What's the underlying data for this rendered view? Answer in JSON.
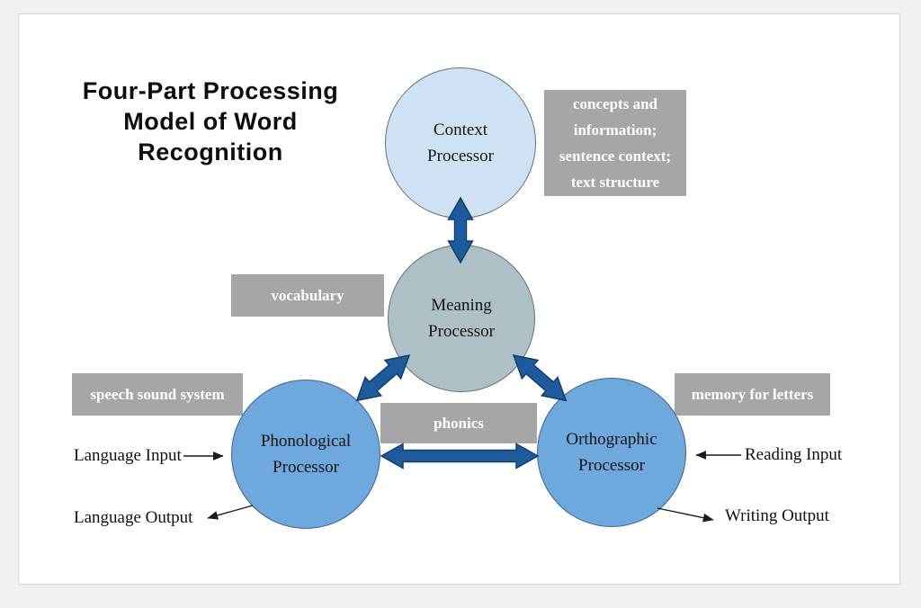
{
  "title": {
    "lines": [
      "Four-Part Processing",
      "Model of Word",
      "Recognition"
    ]
  },
  "nodes": {
    "context": {
      "label": "Context Processor"
    },
    "meaning": {
      "label": "Meaning Processor"
    },
    "phonological": {
      "label": "Phonological Processor"
    },
    "orthographic": {
      "label": "Orthographic Processor"
    }
  },
  "annotations": {
    "concepts": {
      "lines": [
        "concepts and",
        "information;",
        "sentence context;",
        "text structure"
      ]
    },
    "vocabulary": {
      "label": "vocabulary"
    },
    "speech_sound_system": {
      "label": "speech sound system"
    },
    "memory_for_letters": {
      "label": "memory for letters"
    },
    "phonics": {
      "label": "phonics"
    }
  },
  "io_labels": {
    "language_input": "Language Input",
    "language_output": "Language Output",
    "reading_input": "Reading Input",
    "writing_output": "Writing Output"
  },
  "colors": {
    "context_fill": "#cfe2f3",
    "meaning_fill": "#aebfc5",
    "bottom_processors_fill": "#6fa8dc",
    "arrow_fill": "#1e5a9c",
    "arrow_outline": "#133f6d",
    "annotation_bg": "#a6a6a6",
    "annotation_text": "#ffffff",
    "page_bg": "#f0f0f0",
    "card_bg": "#ffffff"
  }
}
